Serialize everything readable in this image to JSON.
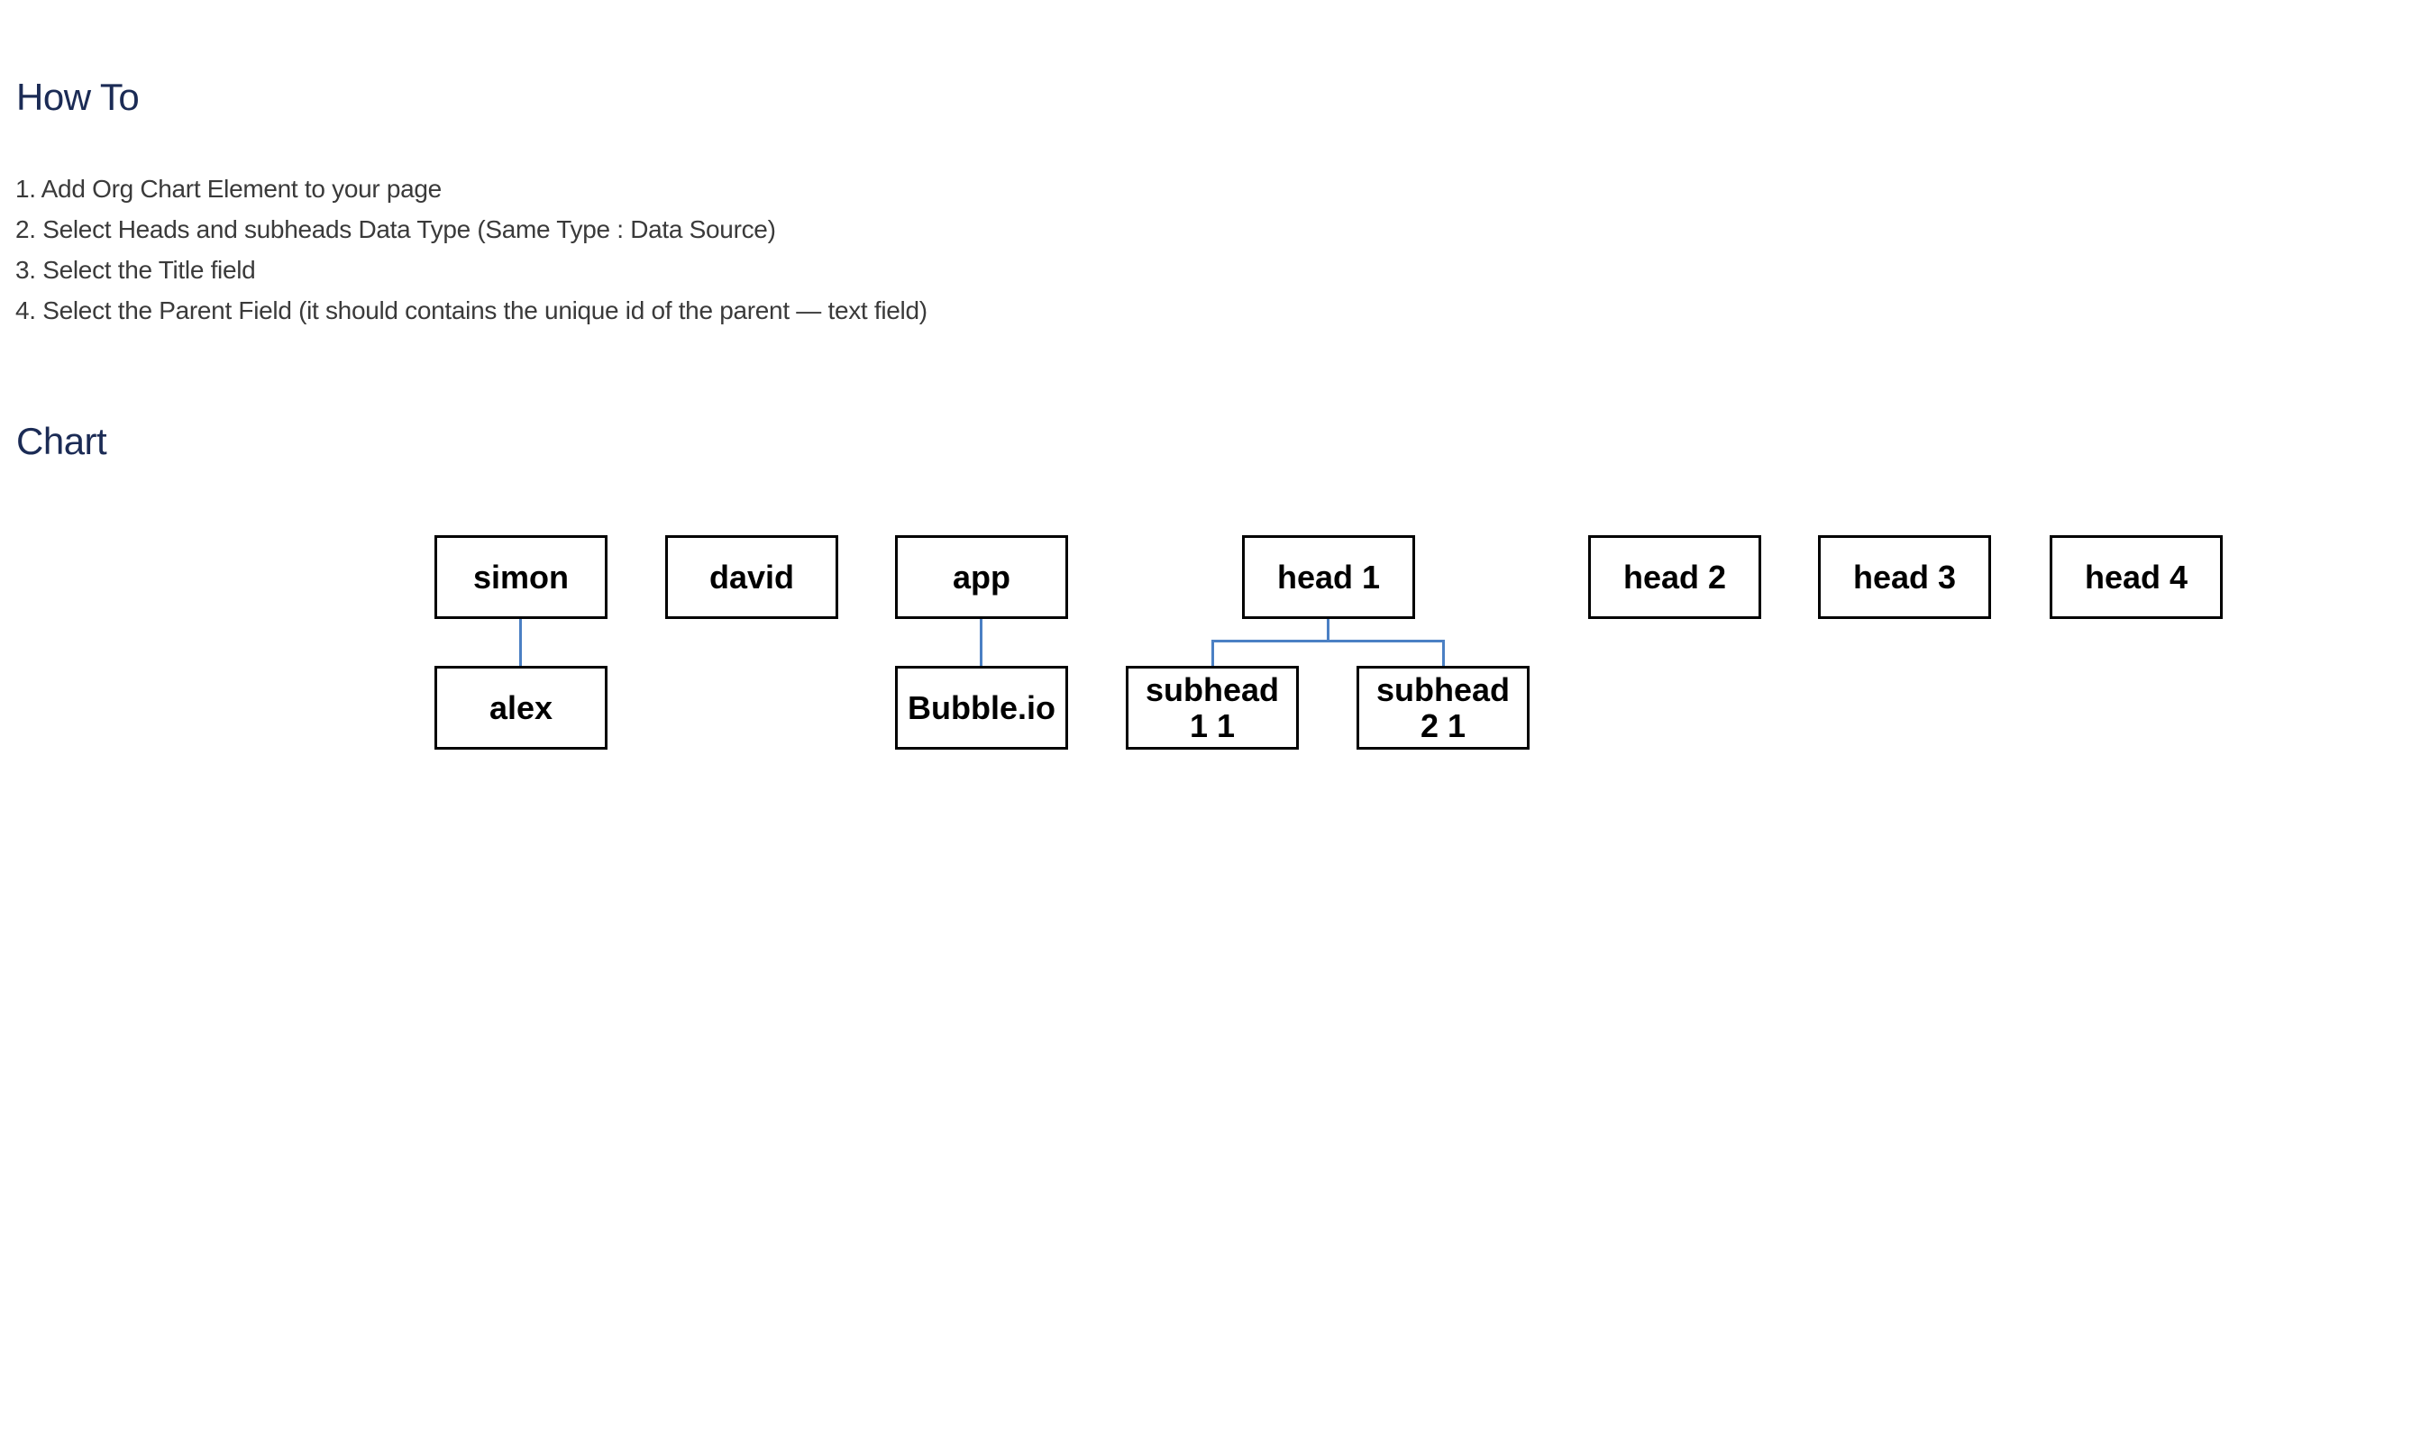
{
  "how_to": {
    "title": "How To",
    "steps": [
      "1. Add Org Chart Element to your page",
      "2. Select Heads and subheads Data Type (Same Type : Data Source)",
      "3. Select the Title field",
      "4. Select the Parent Field (it should contains the unique id of the parent — text field)"
    ]
  },
  "chart_section": {
    "title": "Chart"
  },
  "chart_data": {
    "type": "org-chart",
    "nodes": [
      {
        "id": "simon",
        "label": "simon",
        "parent": null,
        "lines": [
          "simon"
        ]
      },
      {
        "id": "david",
        "label": "david",
        "parent": null,
        "lines": [
          "david"
        ]
      },
      {
        "id": "app",
        "label": "app",
        "parent": null,
        "lines": [
          "app"
        ]
      },
      {
        "id": "head 1",
        "label": "head 1",
        "parent": null,
        "lines": [
          "head 1"
        ]
      },
      {
        "id": "head 2",
        "label": "head 2",
        "parent": null,
        "lines": [
          "head 2"
        ]
      },
      {
        "id": "head 3",
        "label": "head 3",
        "parent": null,
        "lines": [
          "head 3"
        ]
      },
      {
        "id": "head 4",
        "label": "head 4",
        "parent": null,
        "lines": [
          "head 4"
        ]
      },
      {
        "id": "alex",
        "label": "alex",
        "parent": "simon",
        "lines": [
          "alex"
        ]
      },
      {
        "id": "Bubble.io",
        "label": "Bubble.io",
        "parent": "app",
        "lines": [
          "Bubble.io"
        ]
      },
      {
        "id": "subhead 1 1",
        "label": "subhead 1 1",
        "parent": "head 1",
        "lines": [
          "subhead",
          "1 1"
        ]
      },
      {
        "id": "subhead 2 1",
        "label": "subhead 2 1",
        "parent": "head 1",
        "lines": [
          "subhead",
          "2 1"
        ]
      }
    ],
    "colors": {
      "connector": "#4b80c4",
      "node_border": "#000000",
      "node_text": "#000000"
    }
  },
  "colors": {
    "heading": "#1b2b55",
    "body_text": "#3a3a3a"
  }
}
